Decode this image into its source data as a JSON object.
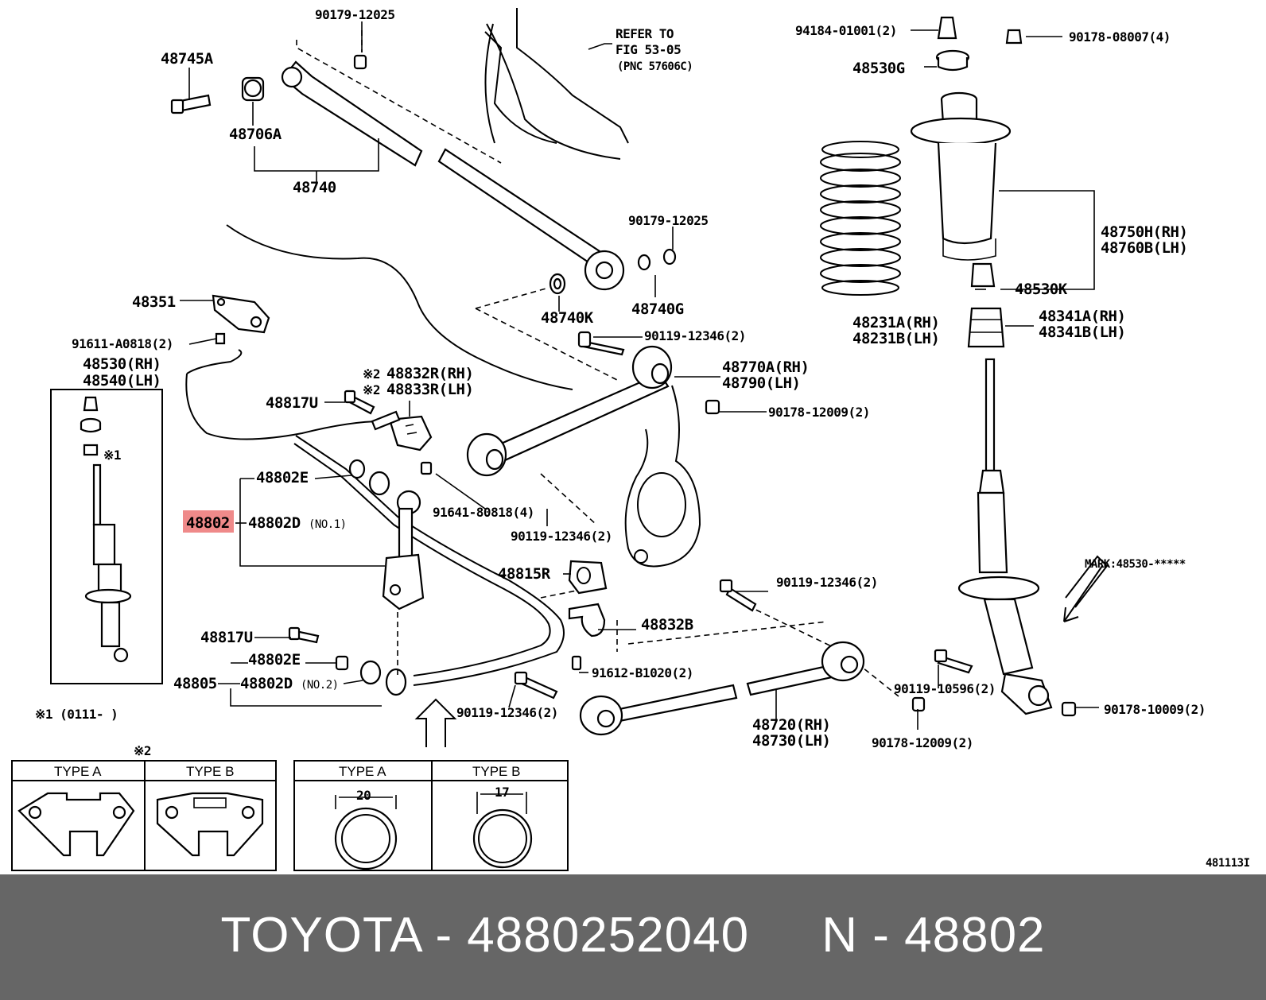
{
  "diagram": {
    "ref_note": [
      "REFER TO",
      "FIG 53-05",
      "(PNC 57606C)"
    ],
    "labels": {
      "p90179_top": "90179-12025",
      "p48745A": "48745A",
      "p48706A": "48706A",
      "p48740": "48740",
      "p94184": "94184-01001(2)",
      "p90178_08007": "90178-08007(4)",
      "p48530G": "48530G",
      "p90179_mid": "90179-12025",
      "p48740K": "48740K",
      "p48740G": "48740G",
      "p48351": "48351",
      "p91611": "91611-A0818(2)",
      "p48530_rh": "48530(RH)",
      "p48540_lh": "48540(LH)",
      "p48750H": "48750H(RH)",
      "p48760B": "48760B(LH)",
      "p48231A": "48231A(RH)",
      "p48231B": "48231B(LH)",
      "p48530K": "48530K",
      "p48341A": "48341A(RH)",
      "p48341B": "48341B(LH)",
      "p90119_a": "90119-12346(2)",
      "p48770A": "48770A(RH)",
      "p48790": "48790(LH)",
      "p90178_12009a": "90178-12009(2)",
      "p48832R": "48832R(RH)",
      "p48833R": "48833R(LH)",
      "star2": "※2",
      "p48817U_a": "48817U",
      "p48802E_a": "48802E",
      "p48802": "48802",
      "p48802D_a": "48802D",
      "no1": "(NO.1)",
      "p91641": "91641-80818(4)",
      "p90119_b": "90119-12346(2)",
      "star1": "※1",
      "p48815R": "48815R",
      "p90119_c": "90119-12346(2)",
      "mark": "MARK:48530-*****",
      "p48832B": "48832B",
      "p48817U_b": "48817U",
      "p48802E_b": "48802E",
      "p48805": "48805",
      "p48802D_b": "48802D",
      "no2": "(NO.2)",
      "p91612": "91612-B1020(2)",
      "p90119_10596": "90119-10596(2)",
      "p90178_10009": "90178-10009(2)",
      "p90119_d": "90119-12346(2)",
      "p48720": "48720(RH)",
      "p48730": "48730(LH)",
      "p90178_12009b": "90178-12009(2)",
      "note1": "※1 (0111-      )",
      "note2": "※2",
      "type_a1": "TYPE A",
      "type_b1": "TYPE B",
      "type_a2": "TYPE A",
      "type_b2": "TYPE B",
      "dim20": "20",
      "dim17": "17",
      "fig_no": "481113I"
    },
    "highlight_color": "#ef8a8a"
  },
  "footer": {
    "text": "TOYOTA - 4880252040     N - 48802",
    "background": "#666666",
    "text_color": "#ffffff"
  }
}
